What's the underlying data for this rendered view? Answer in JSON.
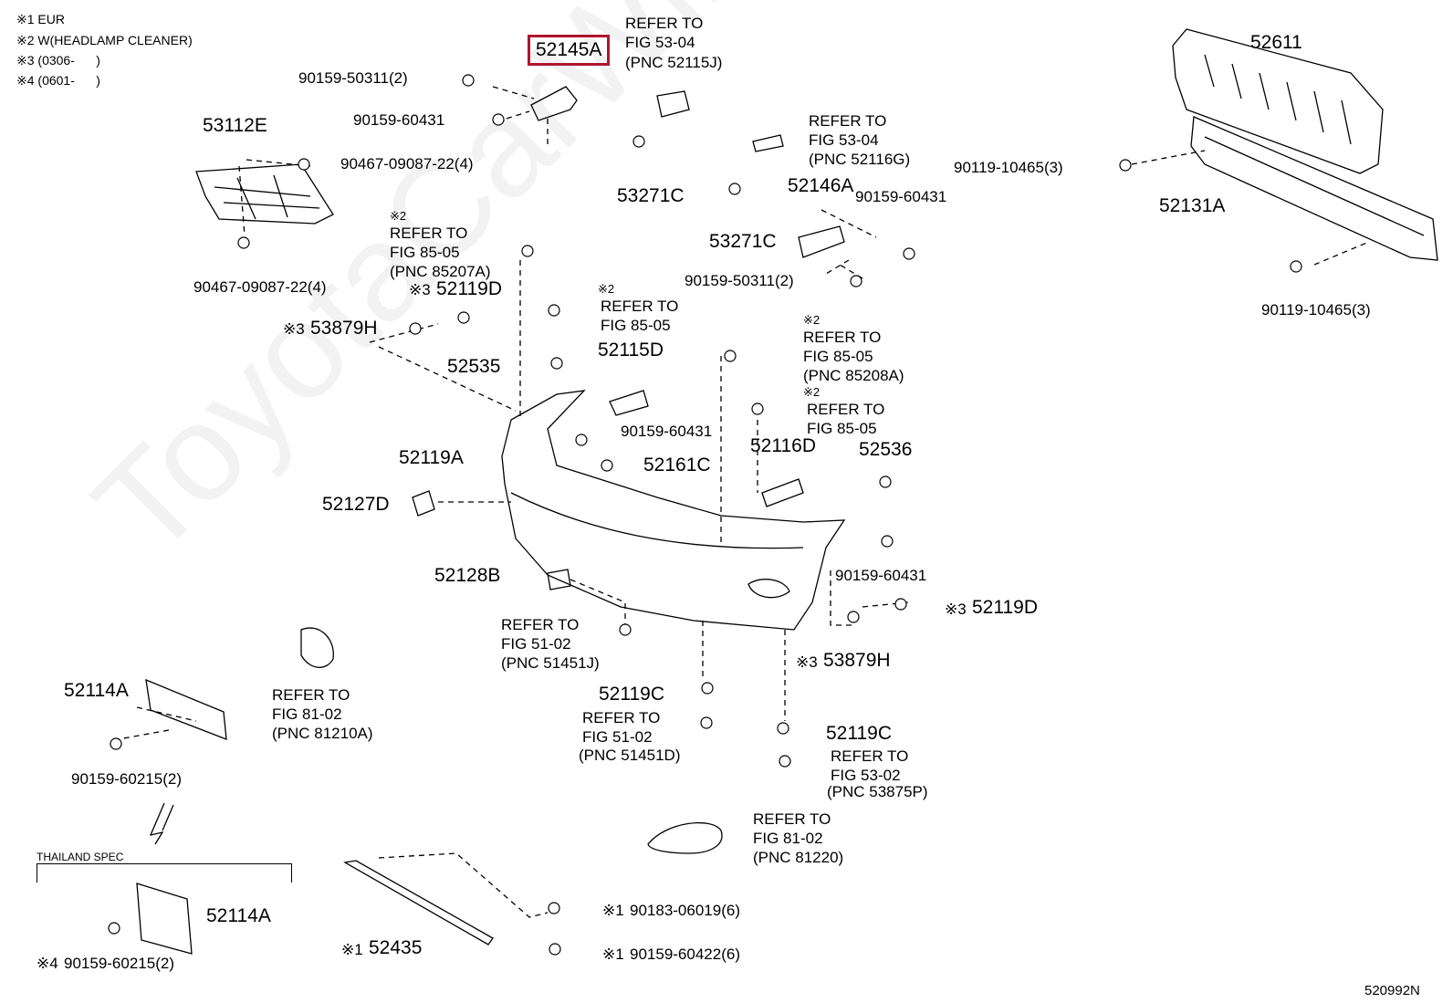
{
  "watermark": "ToyotaCarWine.ru",
  "footnotes": [
    "※1 EUR",
    "※2 W(HEADLAMP CLEANER)",
    "※3 (0306-      )",
    "※4 (0601-      )"
  ],
  "highlighted_part": "52145A",
  "figure_code": "520992N",
  "thailand_spec": "THAILAND SPEC",
  "labels": {
    "l52611": "52611",
    "l53112e": "53112E",
    "l52146a": "52146A",
    "l53271c_a": "53271C",
    "l53271c_b": "53271C",
    "l52131a": "52131A",
    "l52119d_a": "52119D",
    "l53879h_a": "53879H",
    "l52535": "52535",
    "l52115d": "52115D",
    "l52119a": "52119A",
    "l52161c": "52161C",
    "l52116d": "52116D",
    "l52536": "52536",
    "l52127d": "52127D",
    "l52128b": "52128B",
    "l52119d_b": "52119D",
    "l53879h_b": "53879H",
    "l52114a_a": "52114A",
    "l52119c_a": "52119C",
    "l52119c_b": "52119C",
    "l52114a_b": "52114A",
    "l52435": "52435"
  },
  "fasteners": {
    "f1": "90159-50311(2)",
    "f2": "90159-60431",
    "f3": "90467-09087-22(4)",
    "f4": "90467-09087-22(4)",
    "f5": "90159-60431",
    "f6": "90159-50311(2)",
    "f7": "90119-10465(3)",
    "f8": "90119-10465(3)",
    "f9": "90159-60431",
    "f10": "90159-60431",
    "f11": "90159-60215(2)",
    "f12": "90159-60215(2)",
    "f13": "90183-06019(6)",
    "f14": "90159-60422(6)"
  },
  "markers": {
    "m52119d_a": "※3",
    "m53879h_a": "※3",
    "m52119d_b": "※3",
    "m53879h_b": "※3",
    "m90159_60215": "※4",
    "m52435": "※1",
    "m90183": "※1",
    "m90159_60422": "※1",
    "m8505a": "※2",
    "m8505b": "※2",
    "m8505c": "※2",
    "m8505d": "※2"
  },
  "refer": {
    "r5304a": [
      "REFER TO",
      "FIG 53-04",
      "(PNC 52115J)"
    ],
    "r5304b": [
      "REFER TO",
      "FIG 53-04",
      "(PNC 52116G)"
    ],
    "r8505a": [
      "REFER TO",
      "FIG 85-05",
      "(PNC 85207A)"
    ],
    "r8505b": [
      "REFER TO",
      "FIG 85-05"
    ],
    "r8505c": [
      "REFER TO",
      "FIG 85-05",
      "(PNC 85208A)"
    ],
    "r8505d": [
      "REFER TO",
      "FIG 85-05"
    ],
    "r5102a": [
      "REFER TO",
      "FIG 51-02",
      "(PNC 51451J)"
    ],
    "r5102b": [
      "REFER TO",
      "FIG 51-02",
      "(PNC 51451D)"
    ],
    "r8102a": [
      "REFER TO",
      "FIG 81-02",
      "(PNC 81210A)"
    ],
    "r5302": [
      "REFER TO",
      "FIG 53-02",
      "(PNC 53875P)"
    ],
    "r8102b": [
      "REFER TO",
      "FIG 81-02",
      "(PNC 81220)"
    ]
  }
}
